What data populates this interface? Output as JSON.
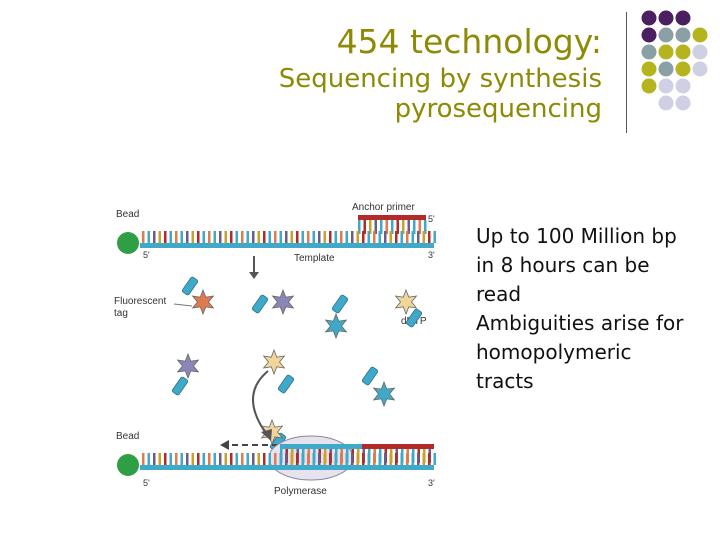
{
  "slide": {
    "title": "454 technology:",
    "subtitle_line1": "Sequencing by synthesis",
    "subtitle_line2": "pyrosequencing"
  },
  "bullets": [
    "Up to 100 Million bp",
    "in 8 hours can be",
    "read",
    "Ambiguities arise for",
    "homopolymeric",
    "tracts"
  ],
  "figure": {
    "labels": {
      "bead_top": "Bead",
      "anchor_primer": "Anchor primer",
      "five_prime_top_right": "5'",
      "five_prime_top_left": "5'",
      "template": "Template",
      "three_prime_top": "3'",
      "fluorescent_tag_1": "Fluorescent",
      "fluorescent_tag_2": "tag",
      "dntp": "dNTP",
      "bead_bottom": "Bead",
      "five_prime_bottom": "5'",
      "three_prime_bottom": "3'",
      "polymerase": "Polymerase"
    }
  },
  "colors": {
    "title": "#8d8a06",
    "dot_purple": "#4a2060",
    "dot_teal": "#8aa0a4",
    "dot_olive": "#b5b41e",
    "dot_lavender": "#d0d0e4",
    "bead": "#2f9e44",
    "primer": "#b22a2a",
    "strand": "#3fa9c9"
  }
}
